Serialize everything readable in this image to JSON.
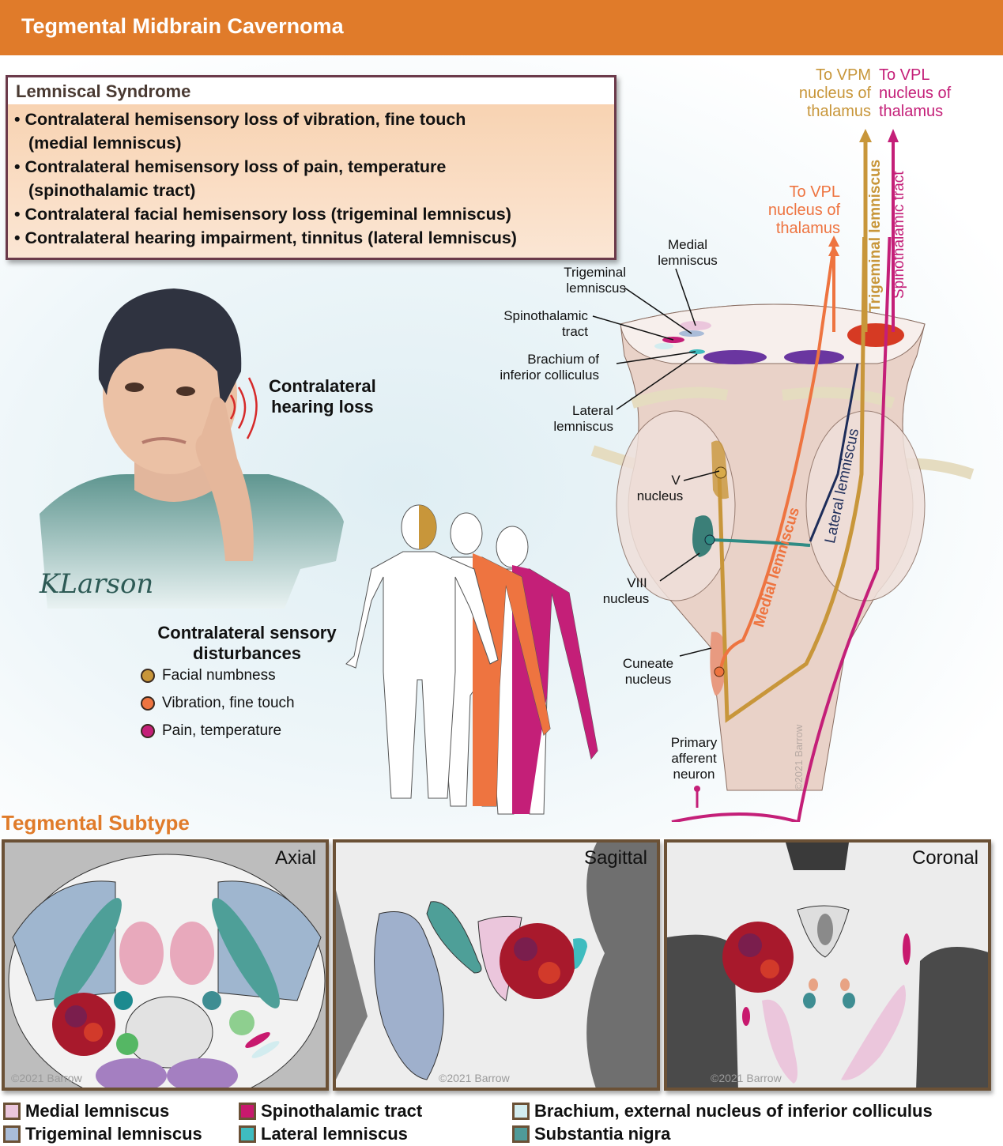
{
  "header": {
    "title": "Tegmental Midbrain Cavernoma",
    "color": "#e07b2a"
  },
  "syndrome": {
    "heading": "Lemniscal Syndrome",
    "items": [
      {
        "line1": "• Contralateral hemisensory loss of vibration, fine touch",
        "line2": "(medial lemniscus)"
      },
      {
        "line1": "• Contralateral hemisensory loss of pain, temperature",
        "line2": "(spinothalamic tract)"
      },
      {
        "line1": "• Contralateral facial hemisensory loss (trigeminal lemniscus)",
        "line2": ""
      },
      {
        "line1": "• Contralateral hearing impairment, tinnitus (lateral lemniscus)",
        "line2": ""
      }
    ]
  },
  "patient": {
    "hearing_label_1": "Contralateral",
    "hearing_label_2": "hearing loss",
    "signature": "KLarson",
    "watermark": "©2021 Barrow"
  },
  "sensory": {
    "title_1": "Contralateral sensory",
    "title_2": "disturbances",
    "items": [
      {
        "label": "Facial numbness",
        "color": "#c8963a"
      },
      {
        "label": "Vibration, fine touch",
        "color": "#ee7440"
      },
      {
        "label": "Pain, temperature",
        "color": "#c41f78"
      }
    ]
  },
  "brainstem": {
    "thalamus_vpm": [
      "To VPM",
      "nucleus of",
      "thalamus"
    ],
    "thalamus_vpl_st": [
      "To VPL",
      "nucleus of",
      "thalamus"
    ],
    "thalamus_vpl_ml": [
      "To VPL",
      "nucleus of",
      "thalamus"
    ],
    "tract_trigeminal": "Trigeminal lemniscus",
    "tract_spinothalamic": "Spinothalamic tract",
    "tract_medial": "Medial lemniscus",
    "tract_lateral": "Lateral lemniscus",
    "labels": {
      "medial_lemniscus": [
        "Medial",
        "lemniscus"
      ],
      "trigeminal_lemniscus": [
        "Trigeminal",
        "lemniscus"
      ],
      "spinothalamic_tract": [
        "Spinothalamic",
        "tract"
      ],
      "brachium": [
        "Brachium of",
        "inferior colliculus"
      ],
      "lateral_lemniscus": [
        "Lateral",
        "lemniscus"
      ],
      "v_nucleus": [
        "V",
        "nucleus"
      ],
      "viii_nucleus": [
        "VIII",
        "nucleus"
      ],
      "cuneate_nucleus": [
        "Cuneate",
        "nucleus"
      ],
      "primary_afferent": [
        "Primary",
        "afferent",
        "neuron"
      ]
    },
    "watermark": "©2021 Barrow",
    "colors": {
      "trigeminal": "#c8963a",
      "spinothalamic": "#c41f78",
      "medial": "#ee7440",
      "lateral": "#1d2d5a"
    }
  },
  "subtype": {
    "title": "Tegmental Subtype",
    "panels": [
      {
        "label": "Axial",
        "watermark": "©2021 Barrow"
      },
      {
        "label": "Sagittal",
        "watermark": "©2021 Barrow"
      },
      {
        "label": "Coronal",
        "watermark": "©2021 Barrow"
      }
    ]
  },
  "legend": [
    {
      "label": "Medial lemniscus",
      "color": "#ebc6dc"
    },
    {
      "label": "Trigeminal lemniscus",
      "color": "#a9bcd8"
    },
    {
      "label": "Spinothalamic tract",
      "color": "#c8196e"
    },
    {
      "label": "Lateral lemniscus",
      "color": "#3fbcbf"
    },
    {
      "label": "Brachium, external nucleus of inferior colliculus",
      "color": "#d2ecef"
    },
    {
      "label": "Substantia nigra",
      "color": "#4f9a98"
    }
  ]
}
